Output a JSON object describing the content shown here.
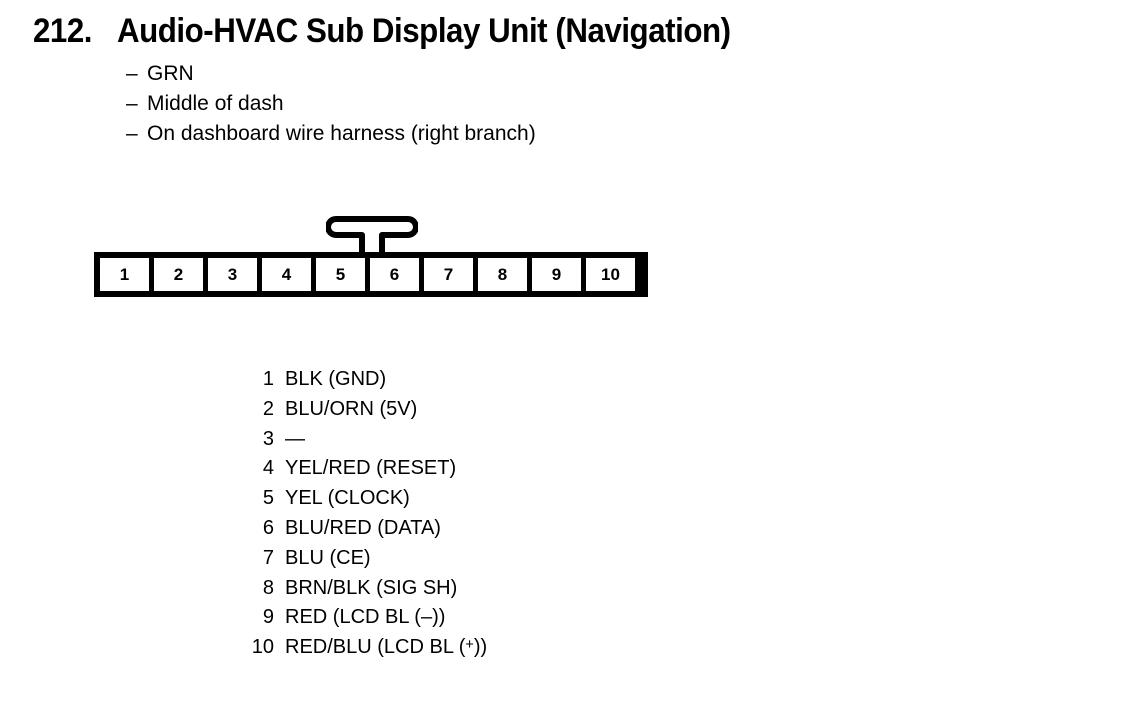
{
  "heading": {
    "number": "212.",
    "title": "Audio-HVAC Sub Display Unit (Navigation)"
  },
  "notes": {
    "dash": "–",
    "items": [
      "GRN",
      "Middle of dash",
      "On dashboard wire harness (right branch)"
    ]
  },
  "connector": {
    "pins": [
      "1",
      "2",
      "3",
      "4",
      "5",
      "6",
      "7",
      "8",
      "9",
      "10"
    ]
  },
  "legend": {
    "rows": [
      {
        "num": "1",
        "label": "BLK (GND)"
      },
      {
        "num": "2",
        "label": "BLU/ORN (5V)"
      },
      {
        "num": "3",
        "label": "—"
      },
      {
        "num": "4",
        "label": "YEL/RED (RESET)"
      },
      {
        "num": "5",
        "label": "YEL (CLOCK)"
      },
      {
        "num": "6",
        "label": "BLU/RED (DATA)"
      },
      {
        "num": "7",
        "label": "BLU (CE)"
      },
      {
        "num": "8",
        "label": "BRN/BLK (SIG SH)"
      },
      {
        "num": "9",
        "label": "RED (LCD BL (–))"
      },
      {
        "num": "10",
        "label": "RED/BLU (LCD BL (+))"
      }
    ]
  },
  "colors": {
    "ink": "#000000",
    "paper": "#ffffff"
  }
}
